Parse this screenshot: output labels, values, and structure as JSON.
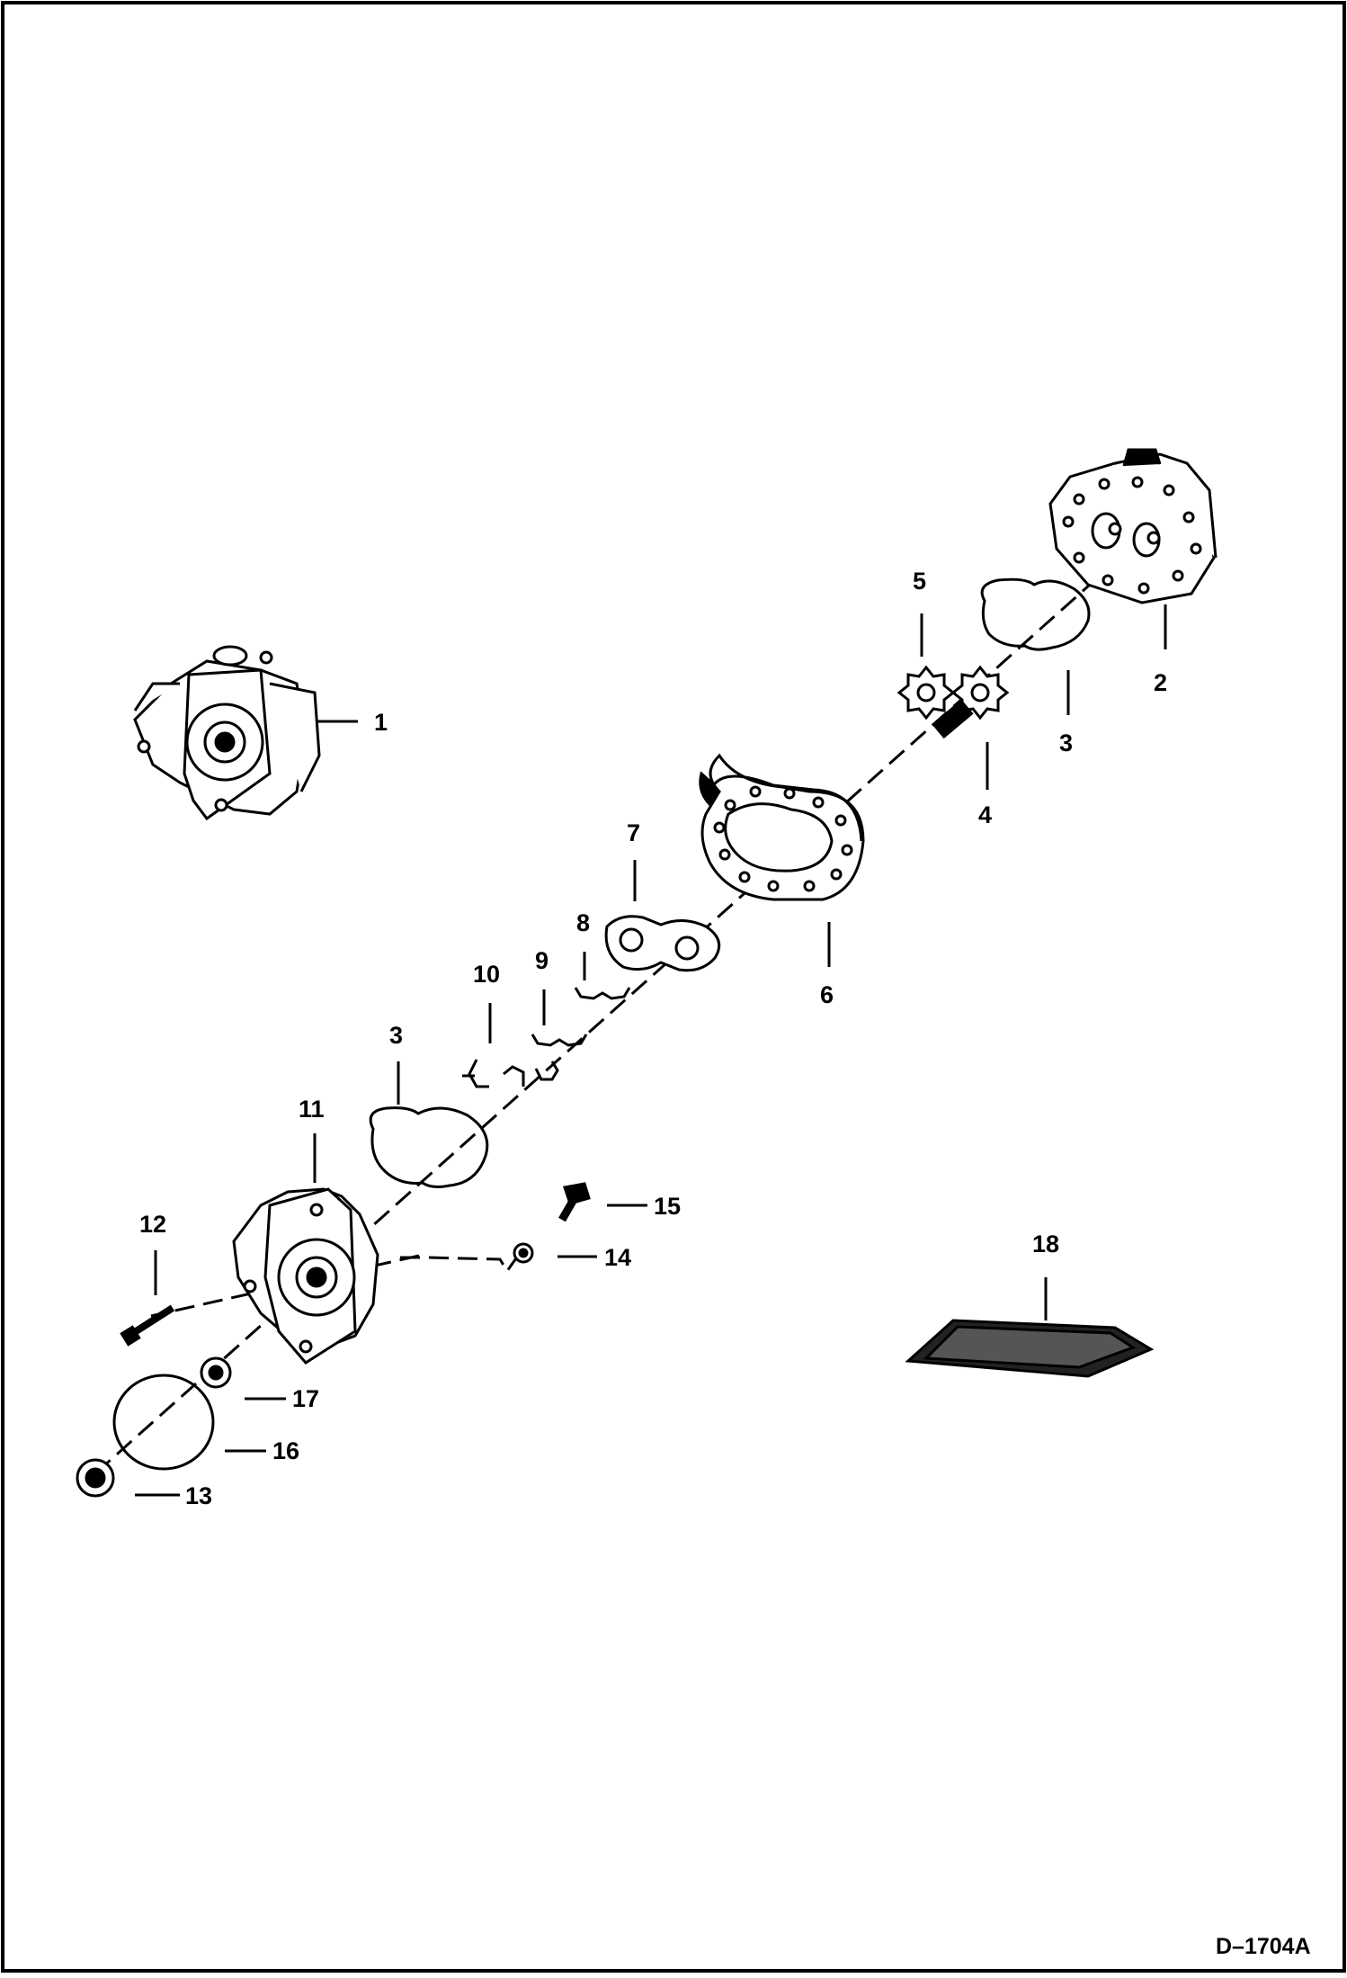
{
  "diagram": {
    "document_id": "D–1704A",
    "callouts": {
      "c1": "1",
      "c2": "2",
      "c3a": "3",
      "c3b": "3",
      "c4": "4",
      "c5": "5",
      "c6": "6",
      "c7": "7",
      "c8": "8",
      "c9": "9",
      "c10": "10",
      "c11": "11",
      "c12": "12",
      "c13": "13",
      "c14": "14",
      "c15": "15",
      "c16": "16",
      "c17": "17",
      "c18": "18"
    }
  },
  "colors": {
    "line": "#000000",
    "background": "#ffffff",
    "shade": "#555555"
  }
}
